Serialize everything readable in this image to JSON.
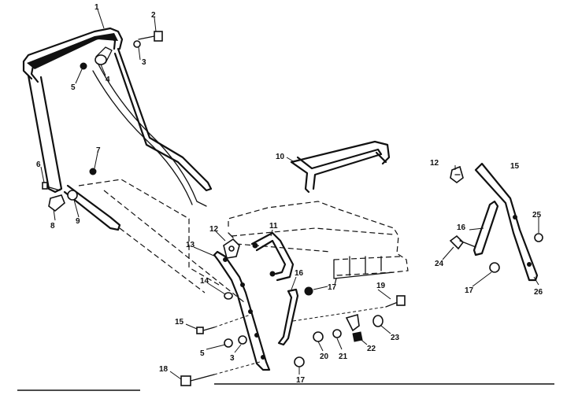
{
  "callouts": [
    {
      "id": "c1",
      "text": "1"
    },
    {
      "id": "c2",
      "text": "2"
    },
    {
      "id": "c3a",
      "text": "3"
    },
    {
      "id": "c4",
      "text": "4"
    },
    {
      "id": "c5a",
      "text": "5"
    },
    {
      "id": "c6",
      "text": "6"
    },
    {
      "id": "c7",
      "text": "7"
    },
    {
      "id": "c8",
      "text": "8"
    },
    {
      "id": "c9",
      "text": "9"
    },
    {
      "id": "c10",
      "text": "10"
    },
    {
      "id": "c11",
      "text": "11"
    },
    {
      "id": "c12a",
      "text": "12"
    },
    {
      "id": "c12b",
      "text": "12"
    },
    {
      "id": "c13",
      "text": "13"
    },
    {
      "id": "c14",
      "text": "14"
    },
    {
      "id": "c15a",
      "text": "15"
    },
    {
      "id": "c15b",
      "text": "15"
    },
    {
      "id": "c16a",
      "text": "16"
    },
    {
      "id": "c16b",
      "text": "16"
    },
    {
      "id": "c17a",
      "text": "17"
    },
    {
      "id": "c17b",
      "text": "17"
    },
    {
      "id": "c17c",
      "text": "17"
    },
    {
      "id": "c18",
      "text": "18"
    },
    {
      "id": "c19",
      "text": "19"
    },
    {
      "id": "c20",
      "text": "20"
    },
    {
      "id": "c21",
      "text": "21"
    },
    {
      "id": "c22",
      "text": "22"
    },
    {
      "id": "c23",
      "text": "23"
    },
    {
      "id": "c24",
      "text": "24"
    },
    {
      "id": "c25",
      "text": "25"
    },
    {
      "id": "c26",
      "text": "26"
    },
    {
      "id": "c5b",
      "text": "5"
    },
    {
      "id": "c3b",
      "text": "3"
    }
  ]
}
